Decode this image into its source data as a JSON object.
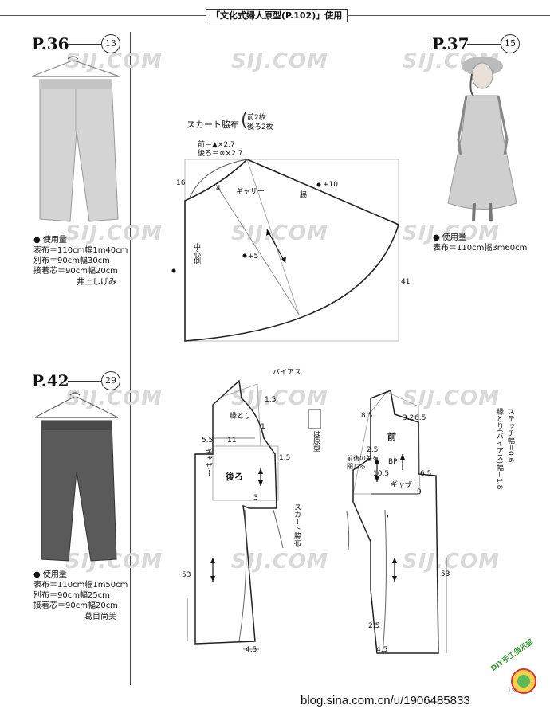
{
  "header": {
    "title": "「文化式婦人原型(P.102)」使用"
  },
  "left_top": {
    "page_ref": "P.36",
    "circle_num": "13",
    "usage_title": "使用量",
    "lines": [
      "表布＝110cm幅1m40cm",
      "別布＝90cm幅30cm",
      "接着芯＝90cm幅20cm"
    ],
    "author": "井上しげみ"
  },
  "left_bottom": {
    "page_ref": "P.42",
    "circle_num": "29",
    "usage_title": "使用量",
    "lines": [
      "表布＝110cm幅1m50cm",
      "別布＝90cm幅25cm",
      "接着芯＝90cm幅20cm"
    ],
    "author": "葛目尚美"
  },
  "right_top": {
    "page_ref": "P.37",
    "circle_num": "15",
    "usage_title": "使用量",
    "lines": [
      "表布＝110cm幅3m60cm"
    ]
  },
  "skirt_pattern": {
    "title": "スカート脇布",
    "count_front": "前2枚",
    "count_back": "後ろ2枚",
    "front_formula": "前＝▲×2.7",
    "back_formula": "後ろ＝※×2.7",
    "dim_16": "16",
    "dim_4": "4",
    "gather": "ギャザー",
    "side": "脇",
    "plus10": "+10",
    "plus5": "+5",
    "center_side": "中心側",
    "dim_41": "41"
  },
  "back_pattern": {
    "bias": "バイアス",
    "dim_1_5a": "1.5",
    "bias_tape": "縁とり",
    "dim_1": "1",
    "dim_5_5": "5.5",
    "dim_11": "11",
    "gather": "ギャザー",
    "dim_1_5b": "1.5",
    "label": "後ろ",
    "dim_3": "3",
    "skirt_side": "スカート脇布",
    "dim_53": "53",
    "dim_4_5": "4.5",
    "prototype_note": "は原型"
  },
  "front_pattern": {
    "dim_8_5": "8.5",
    "dim_3_2": "3.2",
    "dim_6_5a": "6.5",
    "label": "前",
    "dim_2_5": "2.5",
    "close_diff": "前後の差を閉じる",
    "bp": "BP",
    "dim_10_5": "10.5",
    "dim_6_5b": "6.5",
    "gather": "ギャザー",
    "dim_9": "9",
    "dim_53": "53",
    "dim_2_5b": "2.5",
    "dim_4_5": "4.5",
    "stitch_note": "ステッチ幅＝0.6",
    "binding_note": "縁とり(バイアス)幅＝1.8"
  },
  "footer": {
    "url": "blog.sina.com.cn/u/1906485833",
    "brand": "DIY手工俱乐部",
    "page_num": "192"
  },
  "watermark": "SIJ.COM"
}
